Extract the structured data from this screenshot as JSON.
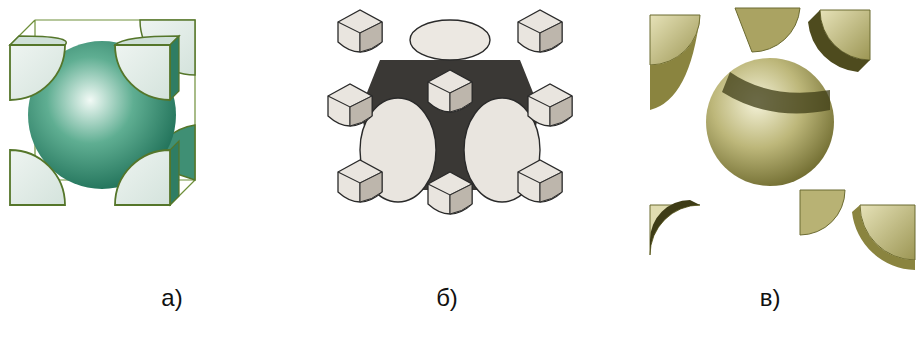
{
  "diagram": {
    "labels": [
      "а)",
      "б)",
      "в)"
    ]
  }
}
